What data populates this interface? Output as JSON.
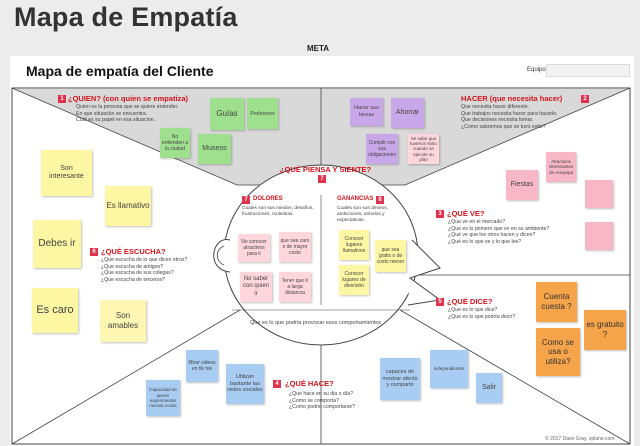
{
  "header": {
    "title": "Mapa de Empatía"
  },
  "board": {
    "subtitle": "Mapa de empatía del Cliente",
    "equipo_label": "Equipo"
  },
  "meta_label": "META",
  "quien": {
    "num": "1",
    "title": "¿QUIEN? (con quien se empatiza)",
    "text": "Quien es la persona que se quiere entender.\nEn que situación se encuentra.\nCuál es su papel en esa situacion.",
    "notes": [
      "Guías",
      "Profesores",
      "No entienden a la ciudad",
      "Museos"
    ]
  },
  "hacer": {
    "num": "2",
    "title": "HACER (que necesita hacer)",
    "text": "Que necesita hacer diferente.\nQue trabajos necesita hacer para hacerlo.\nQue decisiones necesita tomar.\n¿Como sabremos que se tuvo exito?",
    "notes": [
      "Hacer sus tareas",
      "Ahorrar",
      "Cumplir con sus obligaciones",
      "Se sabe que tuvieron éxito cuando se ejecute su plan"
    ]
  },
  "piensa": {
    "num": "7",
    "title": "¿QUÉ PIENSA Y SIENTE?",
    "bottom_text": "Que es lo que podría provocar esos comportamientos",
    "dolores": {
      "num": "7",
      "title": "DOLORES",
      "text": "Cuales son sus miedos, desafíos, frustraciones, molestias.",
      "notes": [
        "No conocer atractivos para ir",
        "que sea caro o de mayor costo",
        "No saber con quien ir",
        "Tener que ir a larga distancia"
      ]
    },
    "ganancias": {
      "num": "8",
      "title": "GANANCIAS",
      "text": "Cuales son sus deseos, ambiciones, anhelos y expectativas.",
      "notes": [
        "Conocer lugares llamativos",
        "que sea gratis o de costo menor",
        "Conocer lugares de diversión"
      ]
    }
  },
  "ve": {
    "num": "3",
    "title": "¿QUÉ VE?",
    "text": "¿Que ve en el mercado?\n¿Que es lo primero que ve en su ambiente?\n¿Qué ve que los otros hacen y dicen?\n¿Qué es lo que ve y lo que lee?",
    "notes": [
      "Atractivos interesantes de Arequipa",
      "Fiestas",
      "",
      ""
    ]
  },
  "escucha": {
    "num": "6",
    "title": "¿QUÉ ESCUCHA?",
    "text": "¿Que escucha de lo que dicen otros?\n¿Que escucha de amigos?\n¿Que escucha de sus colegas?\n¿Que escucha de terceros?",
    "notes": [
      "Son interesante",
      "Es llamativo",
      "Debes ir",
      "Es caro",
      "Son amables"
    ]
  },
  "dice": {
    "num": "5",
    "title": "¿QUÉ DICE?",
    "text": "¿Que es lo que dice?\n¿Que es lo que podría decir?",
    "notes": [
      "Cuenta cuesta ?",
      "es gratuito ?",
      "Como se usa o utiliza?"
    ]
  },
  "hace": {
    "num": "4",
    "title": "¿QUÉ HACE?",
    "text": "¿Que hace en su dia o día?\n¿Como se comporta?\n¿Como podrio comportarse?",
    "notes": [
      "Mirar videos en tik tok",
      "Utilizan bastante las redes sociales",
      "Capacidad de querer experimentar nuevas cosas",
      "capaces de mostrar afecto y compartir",
      "independientes",
      "Salir"
    ]
  },
  "copyright": "© 2017 Dave Gray, xplane.com",
  "colors": {
    "accent_red": "#d4131c",
    "badge": "#e0314d",
    "sticky_yellow": "#fdf6a2",
    "sticky_green": "#9fe08f",
    "sticky_purple": "#c8a8e8",
    "sticky_pink": "#f7b7c6",
    "sticky_blue": "#a9cdf2",
    "sticky_orange": "#f5a44a"
  }
}
